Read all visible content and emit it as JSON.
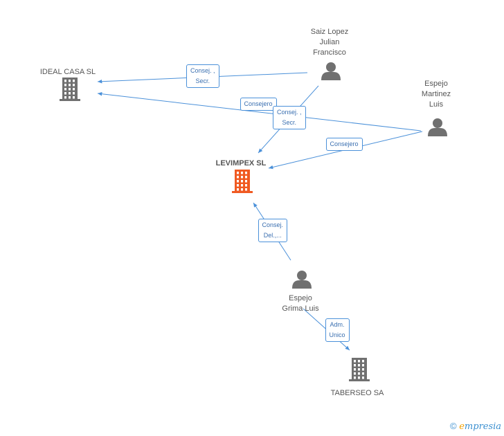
{
  "colors": {
    "edge": "#4a90d9",
    "person": "#707070",
    "company": "#707070",
    "main_company": "#f05a22"
  },
  "nodes": {
    "ideal_casa": {
      "label": "IDEAL CASA SL",
      "type": "company"
    },
    "levimpex": {
      "label": "LEVIMPEX SL",
      "type": "company-main"
    },
    "taberseo": {
      "label": "TABERSEO SA",
      "type": "company"
    },
    "saiz_lopez": {
      "label": "Saiz Lopez\nJulian\nFrancisco",
      "type": "person"
    },
    "espejo_martinez": {
      "label": "Espejo\nMartinez\nLuis",
      "type": "person"
    },
    "espejo_grima": {
      "label": "Espejo\nGrima Luis",
      "type": "person"
    }
  },
  "edges": [
    {
      "from": "saiz_lopez",
      "to": "ideal_casa",
      "label": "Consej. ,\nSecr."
    },
    {
      "from": "espejo_martinez",
      "to": "ideal_casa",
      "label": "Consejero"
    },
    {
      "from": "saiz_lopez",
      "to": "levimpex",
      "label": "Consej. ,\nSecr."
    },
    {
      "from": "espejo_martinez",
      "to": "levimpex",
      "label": "Consejero"
    },
    {
      "from": "espejo_grima",
      "to": "levimpex",
      "label": "Consej.\nDel.,..."
    },
    {
      "from": "espejo_grima",
      "to": "taberseo",
      "label": "Adm.\nUnico"
    }
  ],
  "footer": {
    "copyright": "©",
    "brand_e": "e",
    "brand_rest": "mpresia"
  }
}
